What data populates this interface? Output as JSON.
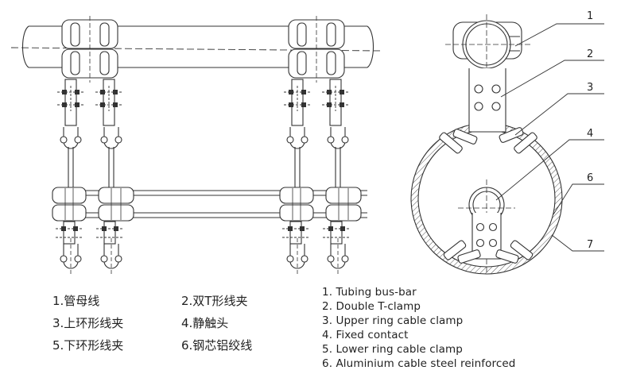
{
  "callouts": [
    "1",
    "2",
    "3",
    "4",
    "6",
    "7"
  ],
  "legend_cn": [
    "1.管母线",
    "2.双T形线夹",
    "3.上环形线夹",
    "4.静触头",
    "5.下环形线夹",
    "6.钢芯铝绞线"
  ],
  "legend_en": [
    "1. Tubing bus-bar",
    "2. Double T-clamp",
    "3. Upper ring cable clamp",
    "4. Fixed contact",
    "5. Lower ring cable clamp",
    "6. Aluminium cable steel reinforced"
  ],
  "colors": {
    "line": "#333333",
    "text": "#222222"
  }
}
